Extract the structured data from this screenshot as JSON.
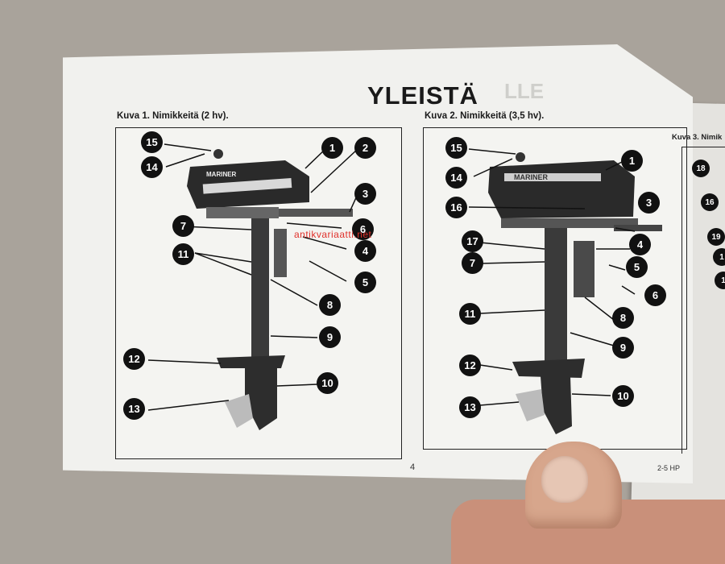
{
  "page": {
    "title": "YLEISTÄ",
    "ghost_heading": "LLE",
    "page_number": "4",
    "model_code": "2-5 HP",
    "watermark": "antikvariaatti.net"
  },
  "figure1": {
    "caption": "Kuva 1. Nimikkeitä (2 hv).",
    "brand": "MARINER",
    "callouts": [
      "15",
      "14",
      "1",
      "2",
      "3",
      "6",
      "7",
      "4",
      "11",
      "5",
      "8",
      "9",
      "12",
      "10",
      "13"
    ]
  },
  "figure2": {
    "caption": "Kuva 2. Nimikkeitä (3,5 hv).",
    "brand": "MARINER",
    "callouts": [
      "15",
      "1",
      "14",
      "16",
      "3",
      "17",
      "4",
      "7",
      "5",
      "6",
      "11",
      "8",
      "9",
      "12",
      "10",
      "13"
    ]
  },
  "figure3": {
    "caption": "Kuva 3. Nimik",
    "callouts": [
      "18",
      "16",
      "19",
      "1",
      "1"
    ]
  },
  "colors": {
    "badge": "#111111",
    "watermark": "#e0312b",
    "paper": "#f1f1ee"
  }
}
